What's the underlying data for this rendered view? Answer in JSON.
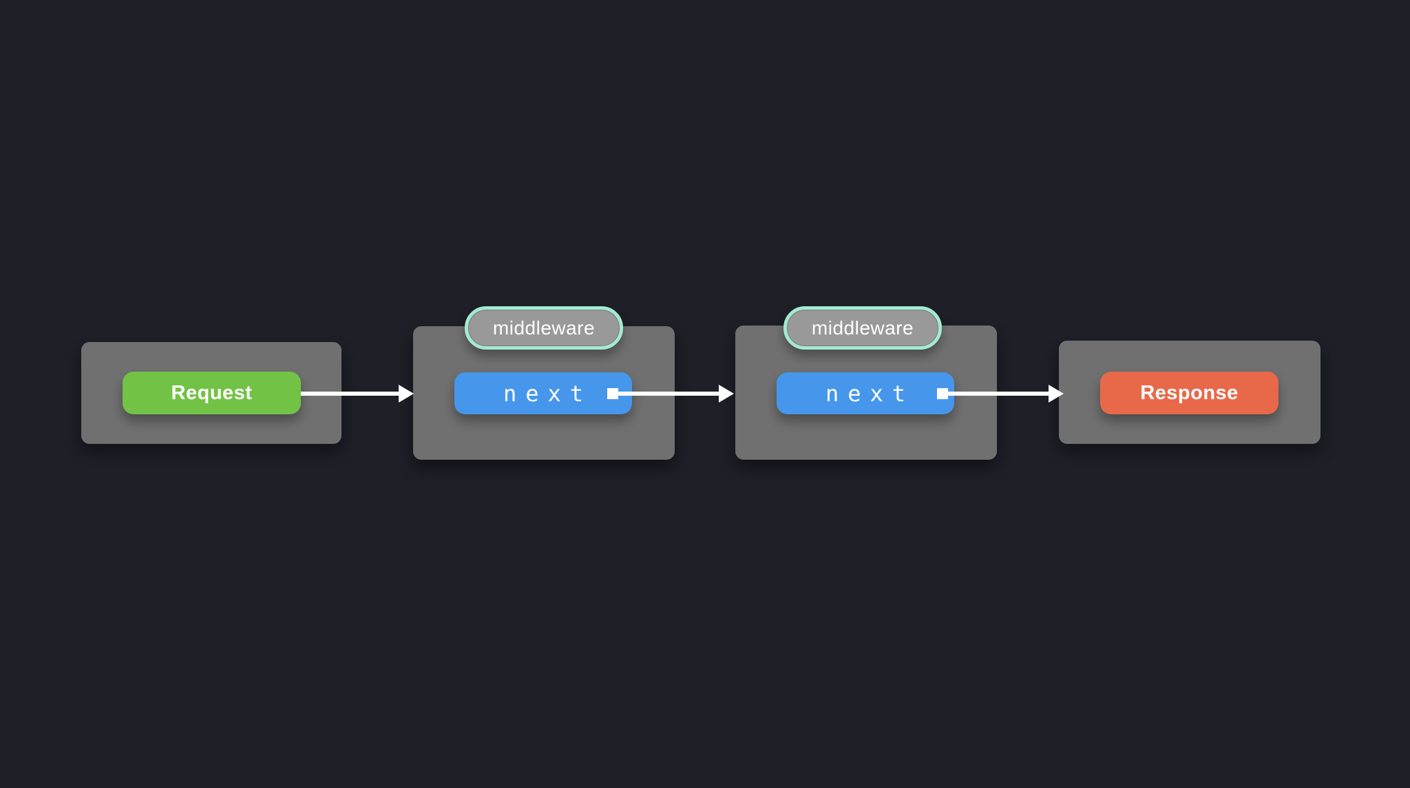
{
  "colors": {
    "background": "#1e1f27",
    "container": "#707070",
    "pill_bg": "#999999",
    "pill_border": "#a3e9d1",
    "request": "#72c245",
    "next": "#4697ec",
    "response": "#e8694a",
    "arrow": "#ffffff",
    "text": "#ffffff"
  },
  "diagram": {
    "request": {
      "label": "Request"
    },
    "middleware1": {
      "badge": "middleware",
      "button": "next"
    },
    "middleware2": {
      "badge": "middleware",
      "button": "next"
    },
    "response": {
      "label": "Response"
    },
    "connectors": [
      {
        "from": "request",
        "to": "middleware1"
      },
      {
        "from": "middleware1-next",
        "to": "middleware2"
      },
      {
        "from": "middleware2-next",
        "to": "response"
      }
    ]
  }
}
